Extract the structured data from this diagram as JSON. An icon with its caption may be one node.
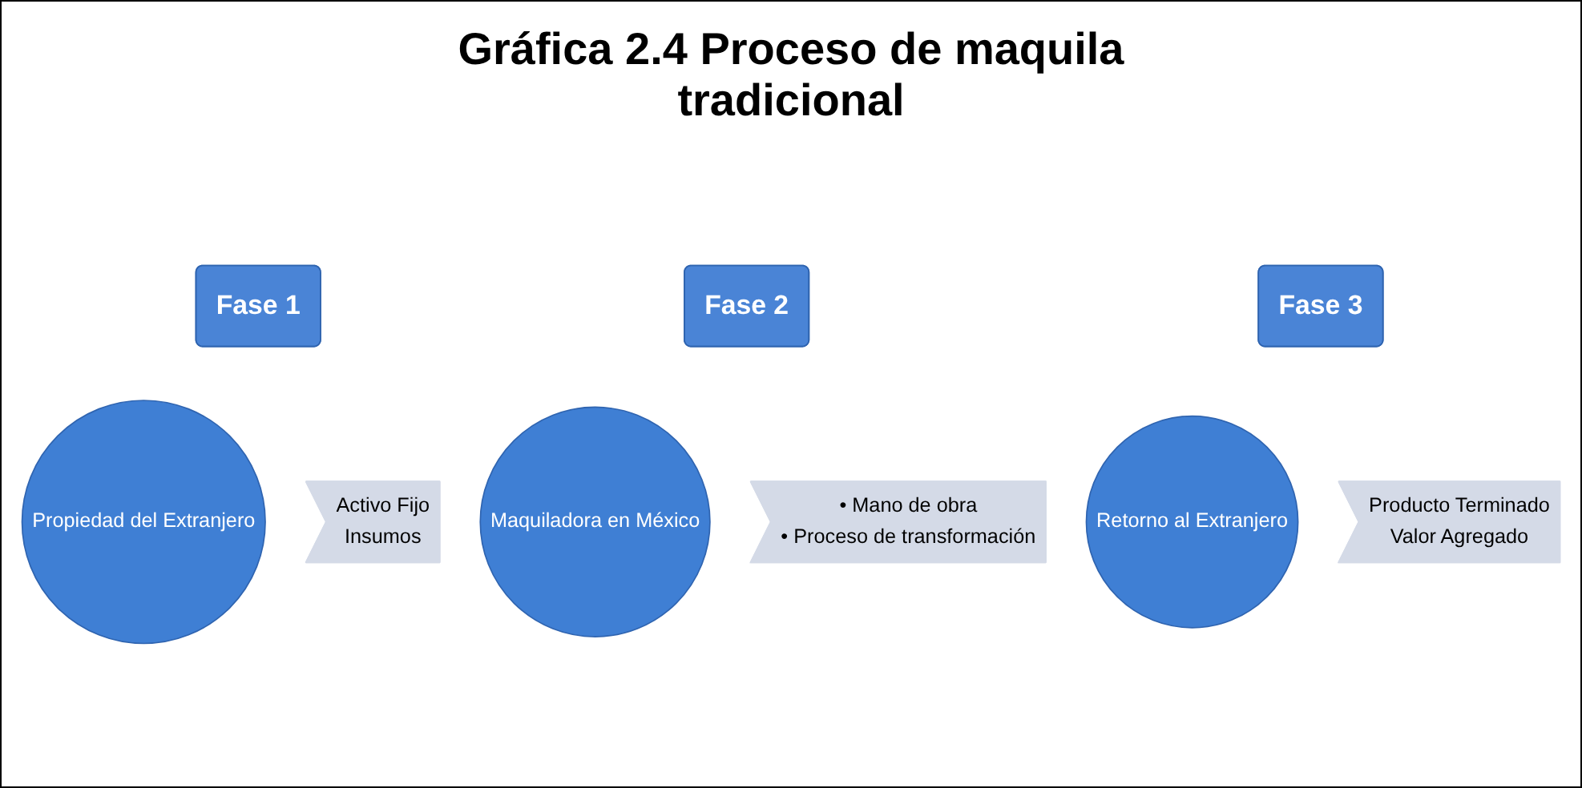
{
  "diagram": {
    "title": "Gráfica 2.4 Proceso de maquila tradicional",
    "nodes": [
      {
        "text": [
          "Fase 1"
        ]
      },
      {
        "text": [
          "Fase 2"
        ]
      },
      {
        "text": [
          "Fase 3"
        ]
      },
      {
        "text": [
          "Propiedad del Extranjero"
        ]
      },
      {
        "text": [
          "Activo Fijo",
          "Insumos"
        ]
      },
      {
        "text": [
          "Maquiladora en México"
        ]
      },
      {
        "text": [
          "• Mano de obra",
          "• Proceso de transformación"
        ]
      },
      {
        "text": [
          "Retorno al Extranjero"
        ]
      },
      {
        "text": [
          "Producto Terminado",
          "Valor Agregado"
        ]
      }
    ],
    "edges": []
  }
}
